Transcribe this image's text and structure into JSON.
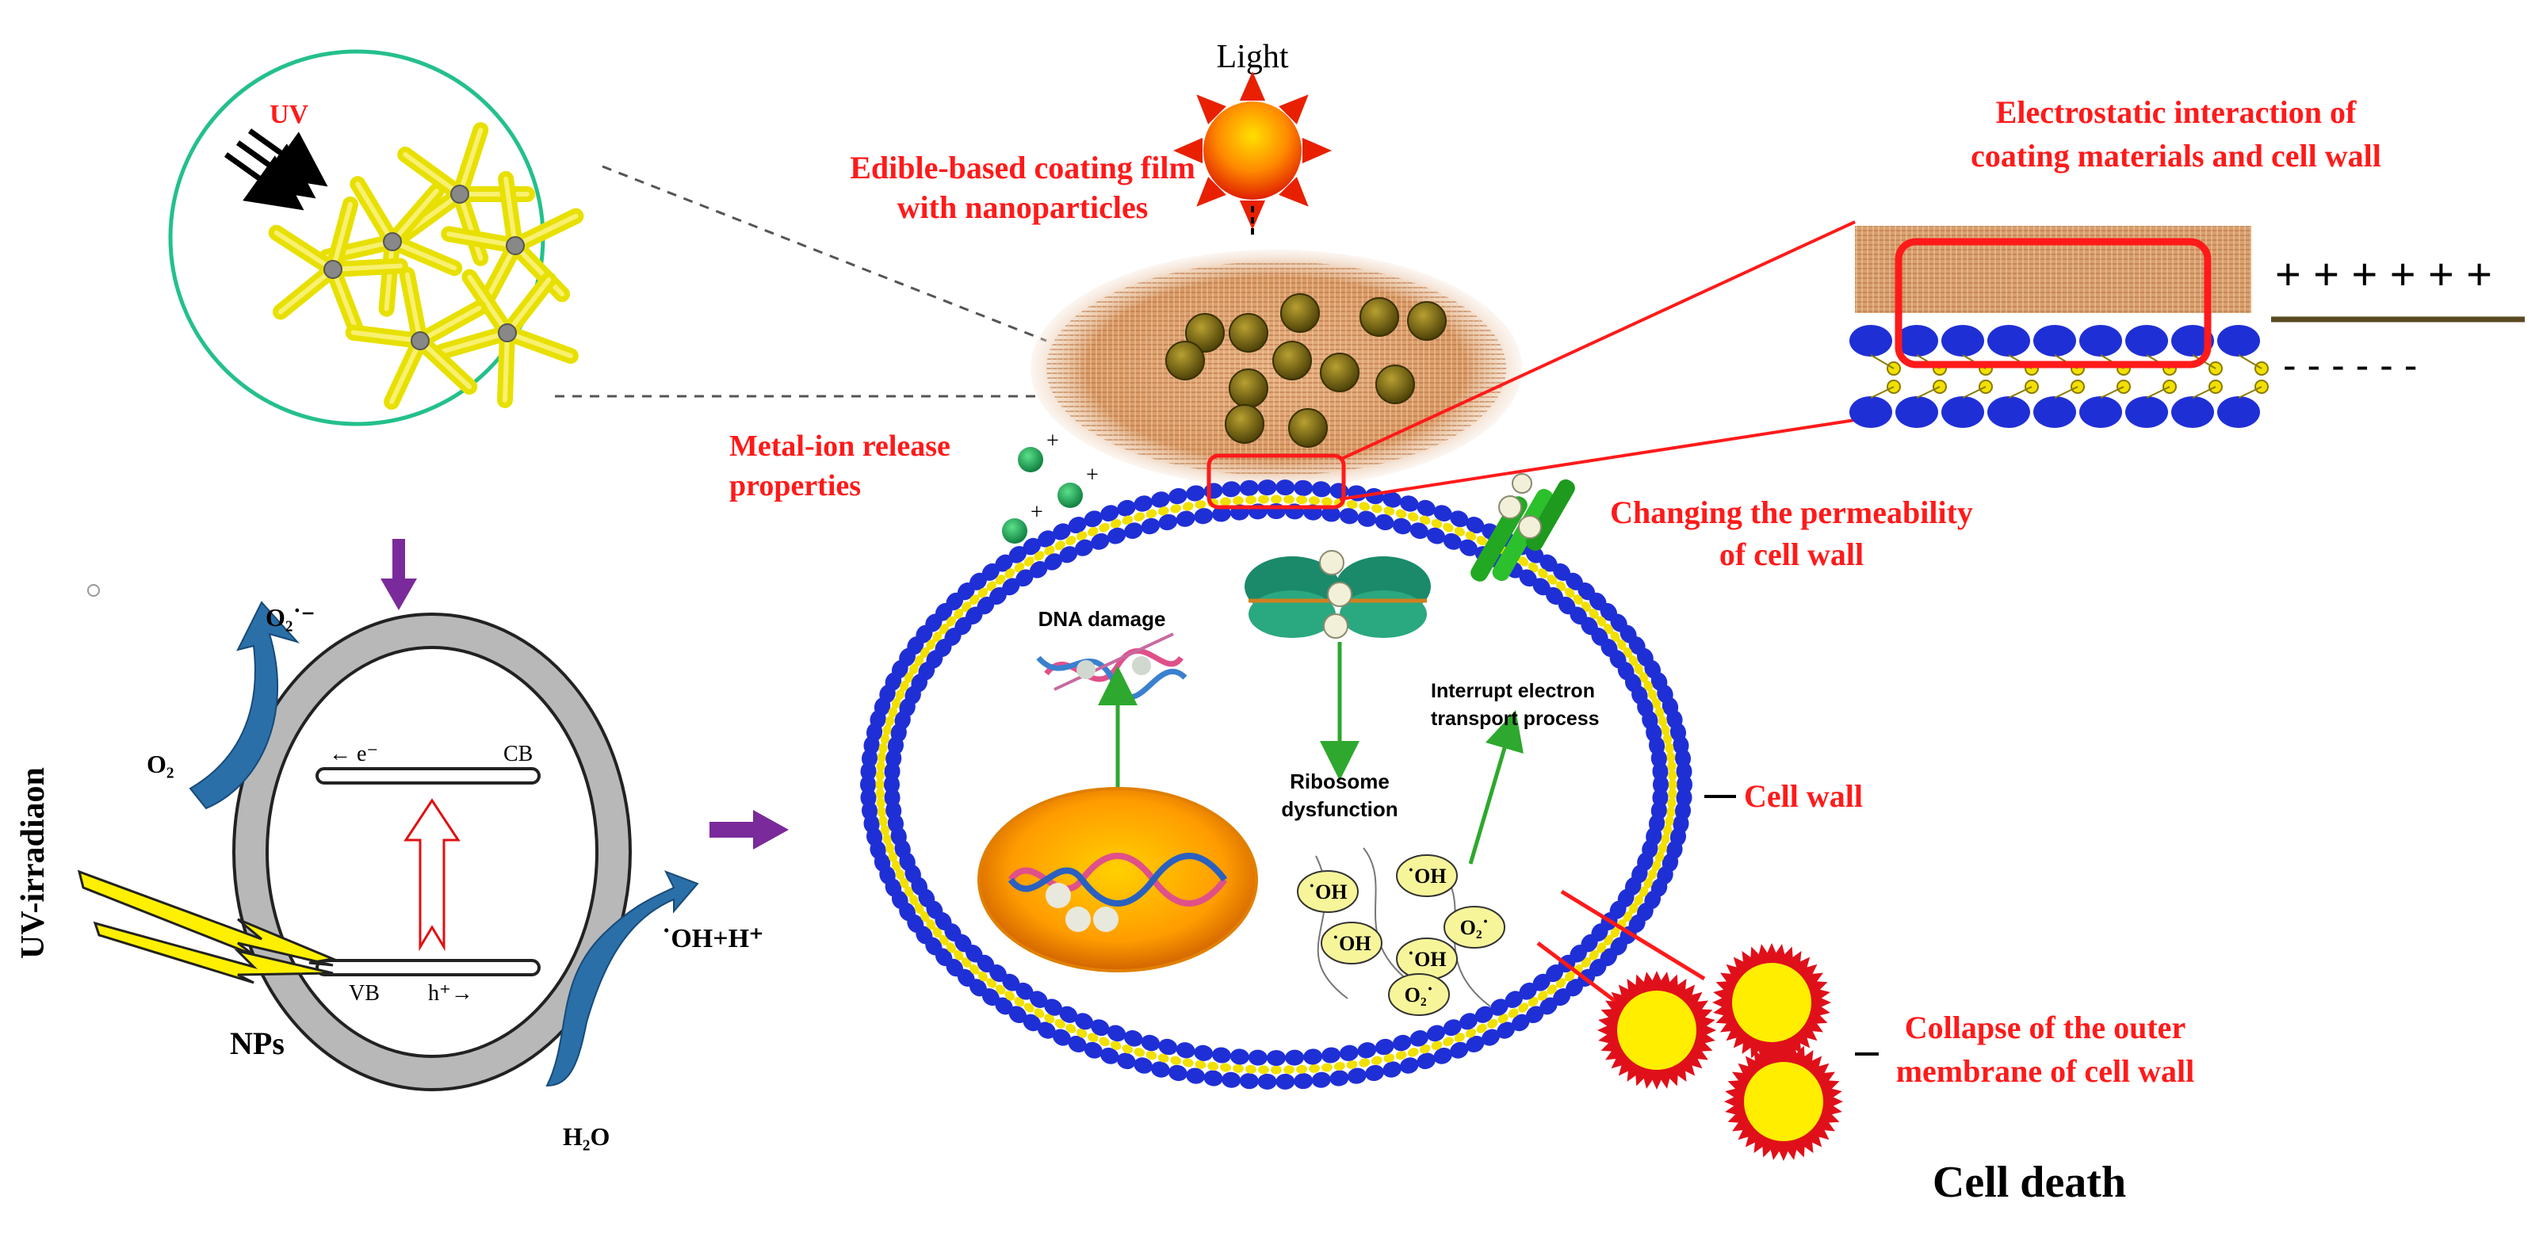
{
  "labels": {
    "uv": "UV",
    "light": "Light",
    "edible_coating": [
      "Edible-based coating film",
      "with nanoparticles"
    ],
    "metal_ion": [
      "Metal-ion release",
      "properties"
    ],
    "electrostatic": [
      "Electrostatic interaction of",
      "coating materials and cell wall"
    ],
    "plus_row": "+ + + + + +",
    "minus_row": "- - - - - -",
    "permeability": [
      "Changing the permeability",
      "of cell wall"
    ],
    "cell_wall": "Cell wall",
    "collapse": [
      "Collapse of the outer",
      "membrane of cell wall"
    ],
    "cell_death": "Cell death",
    "dna_damage": "DNA damage",
    "ribosome": [
      "Ribosome",
      "dysfunction"
    ],
    "interrupt": [
      "Interrupt electron",
      "transport process"
    ],
    "uv_irradiation": "UV-irradiaon",
    "nps": "NPs",
    "o2_radical": "O₂˙⁻",
    "o2": "O₂",
    "electron": "← e⁻",
    "cb": "CB",
    "vb": "VB",
    "hole": "h⁺→",
    "oh_h": "˙OH+H⁺",
    "h2o": "H₂O",
    "oh_radical": "˙OH",
    "o2_minus": "O₂˙"
  },
  "colors": {
    "label_red": "#ff1a1a",
    "membrane_blue": "#1f2fd6",
    "membrane_yellow": "#f2e000",
    "arrow_purple": "#7a2a9a",
    "arrow_green": "#2ea82e",
    "swoosh_blue": "#2a6fa8",
    "fabric": "#d9a070",
    "nucleus_orange": "#f29a00",
    "bead_olive": "#7a6a10",
    "spiky_red": "#e0101a"
  }
}
